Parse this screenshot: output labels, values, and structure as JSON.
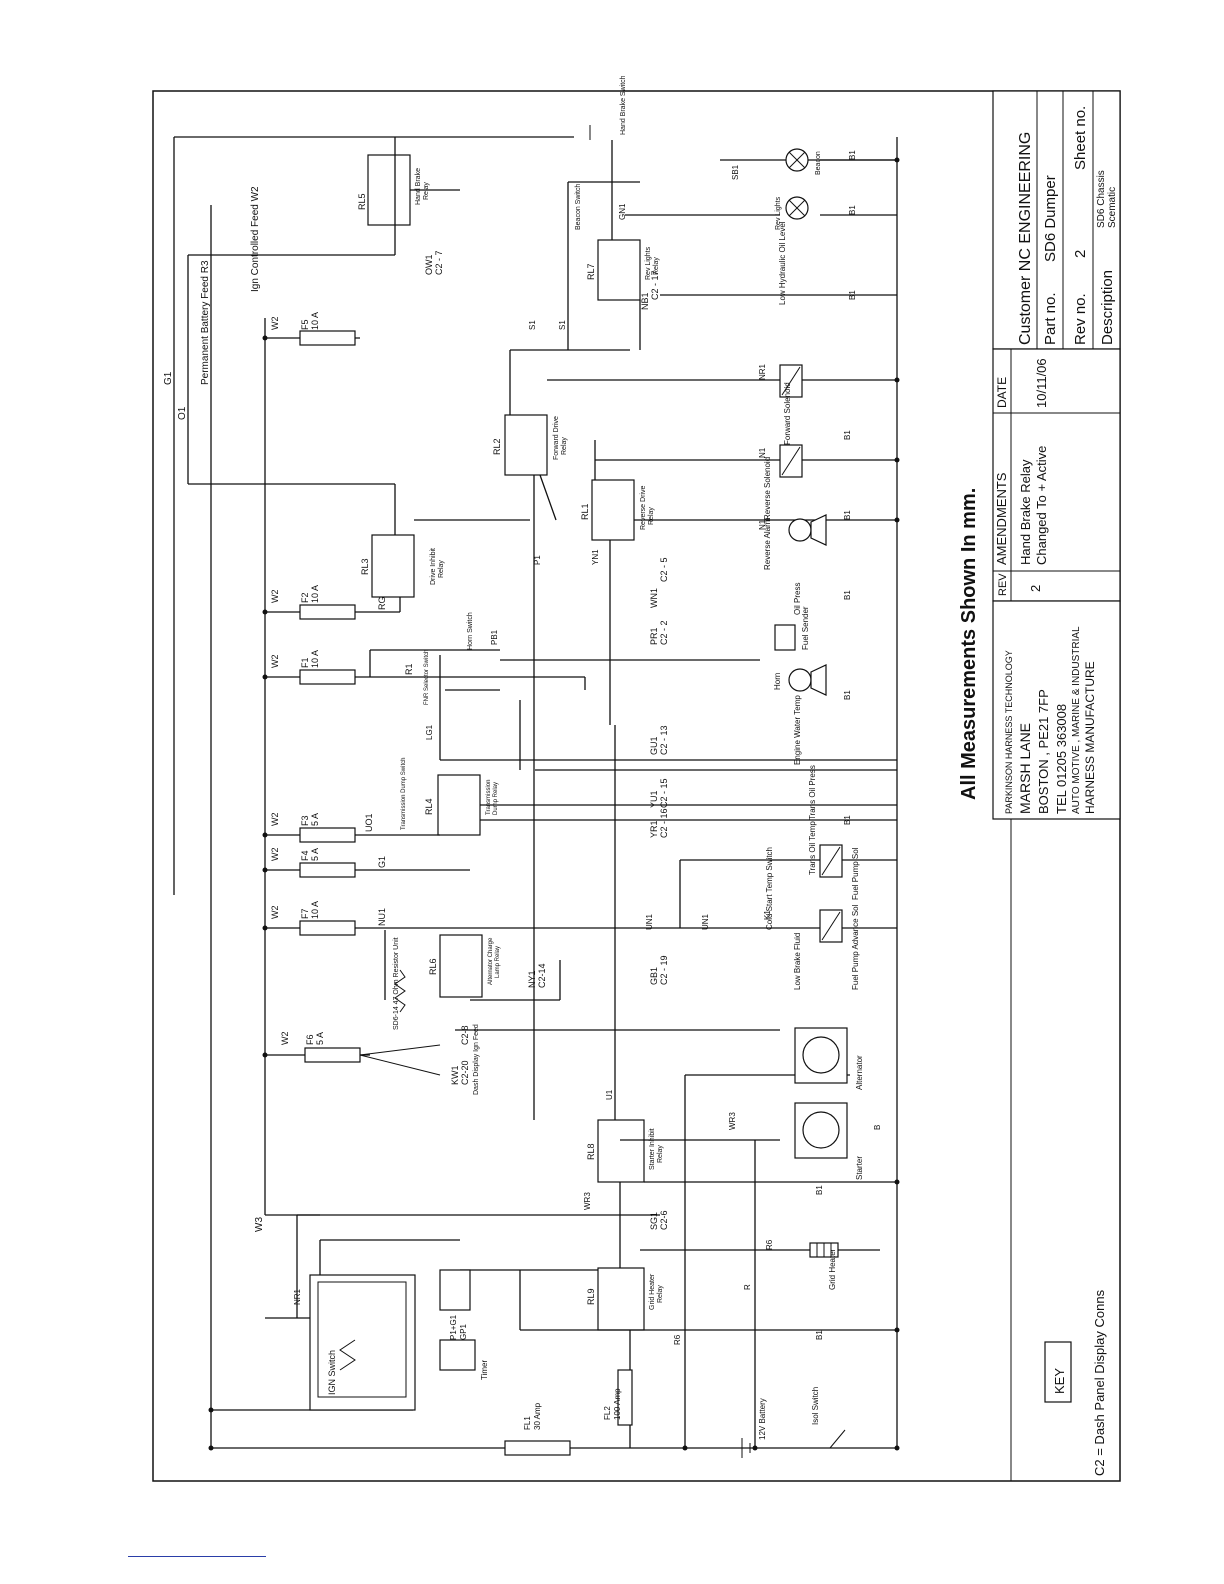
{
  "measurement_note": "All Measurements Shown In mm.",
  "title_block": {
    "customer": "Customer NC ENGINEERING",
    "part_no_label": "Part no.",
    "part_no": "SD6 Dumper",
    "rev_no_label": "Rev no.",
    "rev_no": "2",
    "sheet_no_label": "Sheet no.",
    "description_label": "Description",
    "description_line1": "SD6 Chassis",
    "description_line2": "Scematic"
  },
  "amendments": {
    "rev_header": "REV",
    "amendments_header": "AMENDMENTS",
    "date_header": "DATE",
    "rev": "2",
    "text_line1": "Hand Brake Relay",
    "text_line2": "Changed To + Active",
    "date": "10/11/06"
  },
  "company": {
    "line1": "PARKINSON HARNESS TECHNOLOGY",
    "line2": "MARSH LANE",
    "line3": "BOSTON , PE21 7FP",
    "line4": "TEL 01205 363008",
    "line5": "AUTO MOTIVE , MARINE & INDUSTRIAL",
    "line6": "HARNESS MANUFACTURE"
  },
  "key": {
    "title": "KEY",
    "entry": "C2 = Dash Panel Display Conns"
  },
  "feeds": {
    "ign_controlled": "Ign Controlled Feed  W2",
    "permanent_battery": "Permanent Battery Feed  R3",
    "g1": "G1",
    "o1": "O1",
    "w3": "W3"
  },
  "fuses": [
    {
      "name": "F5",
      "rating": "10 A",
      "wire_in": "W2"
    },
    {
      "name": "F2",
      "rating": "10 A",
      "wire_in": "W2"
    },
    {
      "name": "F1",
      "rating": "10 A",
      "wire_in": "W2"
    },
    {
      "name": "F3",
      "rating": "5 A",
      "wire_in": "W2"
    },
    {
      "name": "F4",
      "rating": "5 A",
      "wire_in": "W2"
    },
    {
      "name": "F7",
      "rating": "10 A",
      "wire_in": "W2"
    },
    {
      "name": "F6",
      "rating": "5 A",
      "wire_in": "W2"
    }
  ],
  "fuse_outputs": {
    "f2": "RG1",
    "f1": "R1",
    "f3": "UO1",
    "f4": "G1",
    "f7": "NU1"
  },
  "relays": [
    {
      "name": "RL5",
      "desc1": "Hand Brake",
      "desc2": "Relay"
    },
    {
      "name": "RL7",
      "desc1": "Rev Lights",
      "desc2": "Relay"
    },
    {
      "name": "RL2",
      "desc1": "Forward Drive",
      "desc2": "Relay"
    },
    {
      "name": "RL1",
      "desc1": "Reverse Drive",
      "desc2": "Relay"
    },
    {
      "name": "RL3",
      "desc1": "Drive Inhibit",
      "desc2": "Relay"
    },
    {
      "name": "RL4",
      "desc1": "Transmission",
      "desc2": "Dump Relay"
    },
    {
      "name": "RL6",
      "desc1": "Alternator Charge",
      "desc2": "Lamp Relay"
    },
    {
      "name": "RL8",
      "desc1": "Starter Inhibit",
      "desc2": "Relay"
    },
    {
      "name": "RL9",
      "desc1": "Grid Heater",
      "desc2": "Relay"
    }
  ],
  "components": {
    "hand_brake_switch": "Hand Brake Switch",
    "beacon": "Beacon",
    "rev_lights": "Rev Lights",
    "beacon_switch": "Beacon Switch",
    "low_hydraulic": "Low Hydraulic Oil Level",
    "forward_solenoid": "Forward Solenoid",
    "reverse_solenoid": "Reverse Solenoid",
    "reverse_alarm": "Reverse Alarm",
    "oil_press": "Oil Press",
    "fuel_sender": "Fuel Sender",
    "horn": "Horn",
    "horn_switch": "Horn Switch",
    "fnr_switch": "FNR Selector Switch",
    "transmission_dump_switch": "Transmission Dump Switch",
    "engine_water_temp": "Engine Water Temp",
    "trans_oil_press": "Trans Oil Press",
    "trans_oil_temp": "Trans Oil Temp",
    "cold_start": "Cold Start Temp Switch",
    "fuel_pump_sol": "Fuel Pump Sol",
    "fuel_pump_advance": "Fuel Pump Advance Sol",
    "low_brake_fluid": "Low Brake Fluid",
    "resistor": "SD6-14 47 Ohm Resistor Unit",
    "alternator": "Alternator",
    "starter": "Starter",
    "grid_heater": "Grid Heater",
    "timer": "Timer",
    "ign_switch": "IGN Switch",
    "battery": "12V Battery",
    "isol_switch": "Isol Switch",
    "fl1": "FL1",
    "fl1_rating": "30 Amp",
    "fl2": "FL2",
    "fl2_rating": "100 Amp",
    "dash_display": "Dash Display Ign Feed"
  },
  "connectors": {
    "ow1": "OW1",
    "ow1_pin": "C2 - 7",
    "nb1": "NB1",
    "nb1_pin": "C2 - 17",
    "wn1": "WN1",
    "wn1_pin": "C2 - 5",
    "pr1": "PR1",
    "pr1_pin": "C2 - 2",
    "gu1": "GU1",
    "gu1_pin": "C2 - 13",
    "yu1": "YU1",
    "yu1_pin": "C2 - 15",
    "yr1": "YR1",
    "yr1_pin": "C2 - 16",
    "gb1": "GB1",
    "gb1_pin": "C2 - 19",
    "ny1": "NY1",
    "ny1_pin": "C2-14",
    "kw1": "KW1",
    "kw1_pin": "C2-20",
    "kw1b_pin": "C2-8",
    "sg1": "SG1",
    "sg1_pin": "C2-6"
  },
  "wire_labels": {
    "b1": "B1",
    "s1": "S1",
    "n1": "N1",
    "nr1": "NR1",
    "p1": "P1",
    "yn1": "YN1",
    "un1": "UN1",
    "u1": "U1",
    "lg1": "LG1",
    "wr3": "WR3",
    "r6": "R6",
    "r": "R",
    "b": "B",
    "k1": "K1",
    "gn1": "GN1",
    "sb1": "SB1",
    "pb1": "PB1",
    "p1g1": "P1+G1",
    "gp1": "GP1"
  }
}
